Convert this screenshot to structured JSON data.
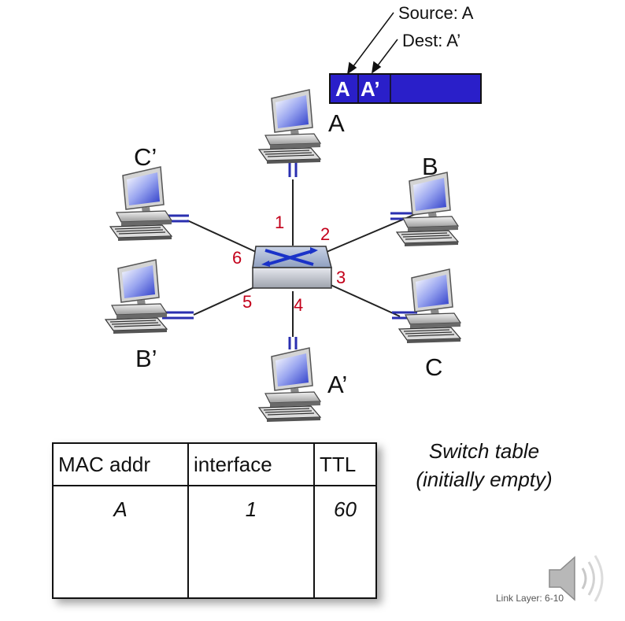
{
  "frame": {
    "source_annotation": "Source: A",
    "dest_annotation": "Dest: A’",
    "src_field": "A",
    "dst_field": "A’",
    "fill_color": "#2a1fc9"
  },
  "hosts": {
    "a": "A",
    "b": "B",
    "c": "C",
    "a_prime": "A’",
    "b_prime": "B’",
    "c_prime": "C’"
  },
  "ports": {
    "p1": "1",
    "p2": "2",
    "p3": "3",
    "p4": "4",
    "p5": "5",
    "p6": "6"
  },
  "switch_table": {
    "headers": [
      "MAC addr",
      "interface",
      "TTL"
    ],
    "row": {
      "mac": "A",
      "interface": "1",
      "ttl": "60"
    }
  },
  "caption": {
    "line1": "Switch table",
    "line2": "(initially empty)"
  },
  "footer": "Link Layer: 6-10",
  "icons": [
    "computer-icon",
    "switch-icon",
    "speaker-icon"
  ],
  "colors": {
    "port_label": "#c3001a",
    "link": "#222222",
    "connector": "#2a2fb0"
  }
}
